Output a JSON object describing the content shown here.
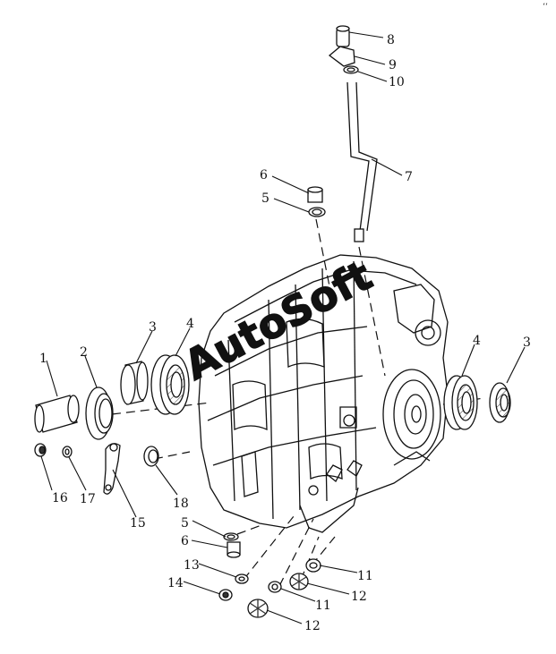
{
  "watermark": "AutoSoft",
  "corner_mark": "‘‘",
  "callouts": [
    "1",
    "2",
    "3",
    "4",
    "5",
    "6",
    "7",
    "8",
    "9",
    "10",
    "11",
    "12",
    "13",
    "14",
    "15",
    "16",
    "17",
    "18"
  ],
  "callout_repeats": {
    "part3_right": "3",
    "part4_right": "4",
    "part5_lower": "5",
    "part6_lower": "6",
    "part11_lower": "11",
    "part12_lower": "12"
  }
}
